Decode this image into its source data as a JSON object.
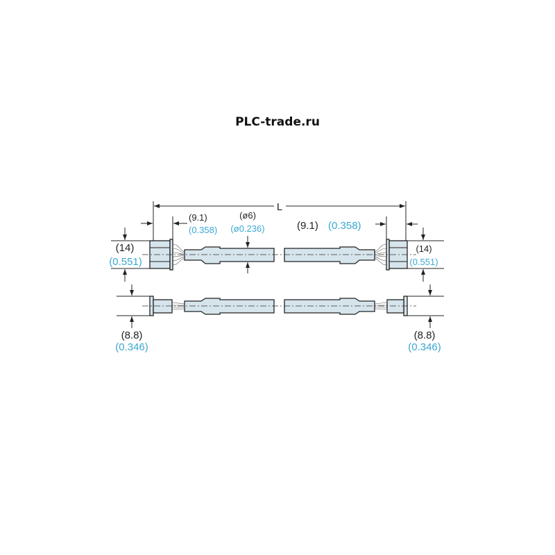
{
  "header": {
    "title": "PLC-trade.ru"
  },
  "diagram": {
    "length_label": "L",
    "top_left_height_mm": "(14)",
    "top_left_height_in": "(0.551)",
    "top_right_height_mm": "(14)",
    "top_right_height_in": "(0.551)",
    "left_conn_length_mm": "(9.1)",
    "left_conn_length_in": "(0.358)",
    "right_conn_length_mm": "(9.1)",
    "right_conn_length_in": "(0.358)",
    "cable_diameter_mm": "(ø6)",
    "cable_diameter_in": "(ø0.236)",
    "bottom_left_height_mm": "(8.8)",
    "bottom_left_height_in": "(0.346)",
    "bottom_right_height_mm": "(8.8)",
    "bottom_right_height_in": "(0.346)"
  },
  "colors": {
    "cable": "#d6e4ec",
    "inch_text": "#3aa7d0"
  }
}
